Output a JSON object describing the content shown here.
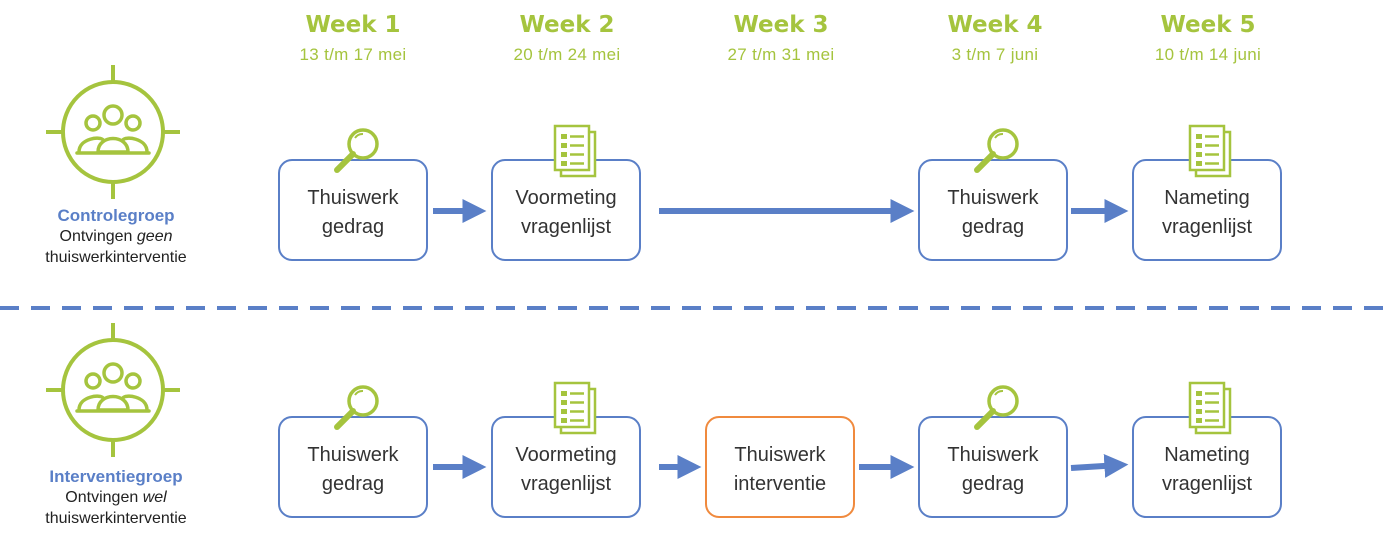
{
  "colors": {
    "green": "#a5c43e",
    "blue": "#5a7fc7",
    "orange": "#f08a3e",
    "text": "#333333"
  },
  "weeks": [
    {
      "title": "Week 1",
      "dates": "13 t/m 17 mei"
    },
    {
      "title": "Week 2",
      "dates": "20 t/m 24 mei"
    },
    {
      "title": "Week 3",
      "dates": "27 t/m 31 mei"
    },
    {
      "title": "Week 4",
      "dates": "3 t/m 7 juni"
    },
    {
      "title": "Week 5",
      "dates": "10 t/m 14 juni"
    }
  ],
  "groups": [
    {
      "name": "Controlegroep",
      "desc_before": "Ontvingen ",
      "desc_emph": "geen",
      "desc_after": "thuiswerkinterventie",
      "icon": "target-group-icon",
      "steps": [
        {
          "line1": "Thuiswerk",
          "line2": "gedrag",
          "icon": "magnifier-icon"
        },
        {
          "line1": "Voormeting",
          "line2": "vragenlijst",
          "icon": "document-icon"
        },
        {
          "line1": "Thuiswerk",
          "line2": "gedrag",
          "icon": "magnifier-icon"
        },
        {
          "line1": "Nameting",
          "line2": "vragenlijst",
          "icon": "document-icon"
        }
      ]
    },
    {
      "name": "Interventiegroep",
      "desc_before": "Ontvingen ",
      "desc_emph": "wel",
      "desc_after": "thuiswerkinterventie",
      "icon": "target-group-icon",
      "steps": [
        {
          "line1": "Thuiswerk",
          "line2": "gedrag",
          "icon": "magnifier-icon"
        },
        {
          "line1": "Voormeting",
          "line2": "vragenlijst",
          "icon": "document-icon"
        },
        {
          "line1": "Thuiswerk",
          "line2": "interventie",
          "icon": "none",
          "highlight": "orange"
        },
        {
          "line1": "Thuiswerk",
          "line2": "gedrag",
          "icon": "magnifier-icon"
        },
        {
          "line1": "Nameting",
          "line2": "vragenlijst",
          "icon": "document-icon"
        }
      ]
    }
  ]
}
